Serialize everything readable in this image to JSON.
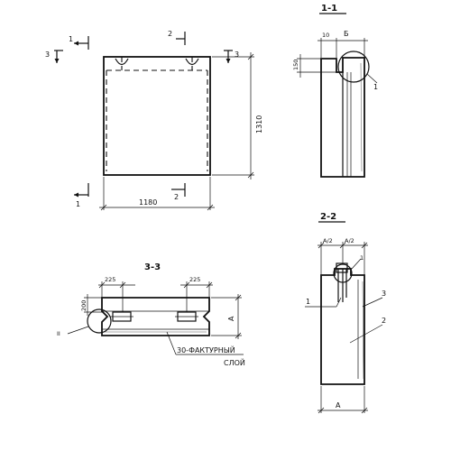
{
  "front_view": {
    "section_mark_1": "1",
    "section_mark_2": "2",
    "section_mark_3": "3",
    "width_dim": "1180",
    "height_dim": "1310"
  },
  "section_1_1": {
    "title": "1-1",
    "dim_top_small": "10",
    "dim_top_b": "Б",
    "dim_side": "150",
    "callout": "1"
  },
  "section_2_2": {
    "title": "2-2",
    "dim_half_a": "A/2",
    "dim_half_b": "A/2",
    "dim_bottom": "A",
    "callout_1": "1",
    "callout_2": "2",
    "callout_3": "3",
    "callout_top": "1"
  },
  "section_3_3": {
    "title": "3-3",
    "dim_left": "225",
    "dim_right": "225",
    "dim_height": "200",
    "dim_a": "A",
    "detail_mark": "II",
    "note_line1": "30-ФАКТУРНЫЙ",
    "note_line2": "СЛОЙ"
  }
}
